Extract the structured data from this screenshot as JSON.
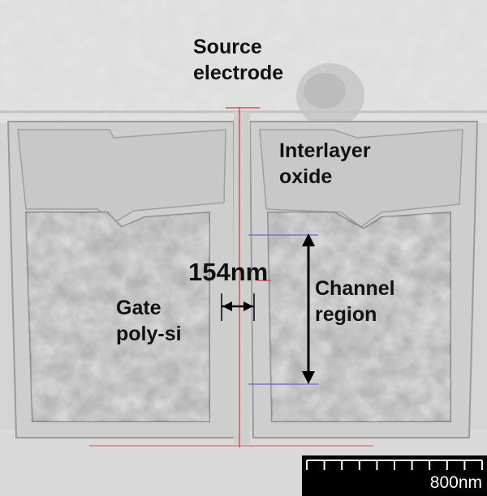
{
  "labels": {
    "source_electrode": [
      "Source",
      "electrode"
    ],
    "interlayer_oxide": [
      "Interlayer",
      "oxide"
    ],
    "gate_polysi": [
      "Gate",
      "poly-si"
    ],
    "channel_region": [
      "Channel",
      "region"
    ],
    "gap_measurement": "154nm"
  },
  "scale_bar": {
    "label": "800nm",
    "tick_count": 11
  },
  "colors": {
    "background": "#d4d4d4",
    "oxide": "#cbcbcb",
    "polysilicon": "#b8b8b8",
    "measure_line": "#d9534f",
    "channel_guide": "#7b74c9",
    "arrow": "#000000",
    "scale_bar": "#000000"
  }
}
